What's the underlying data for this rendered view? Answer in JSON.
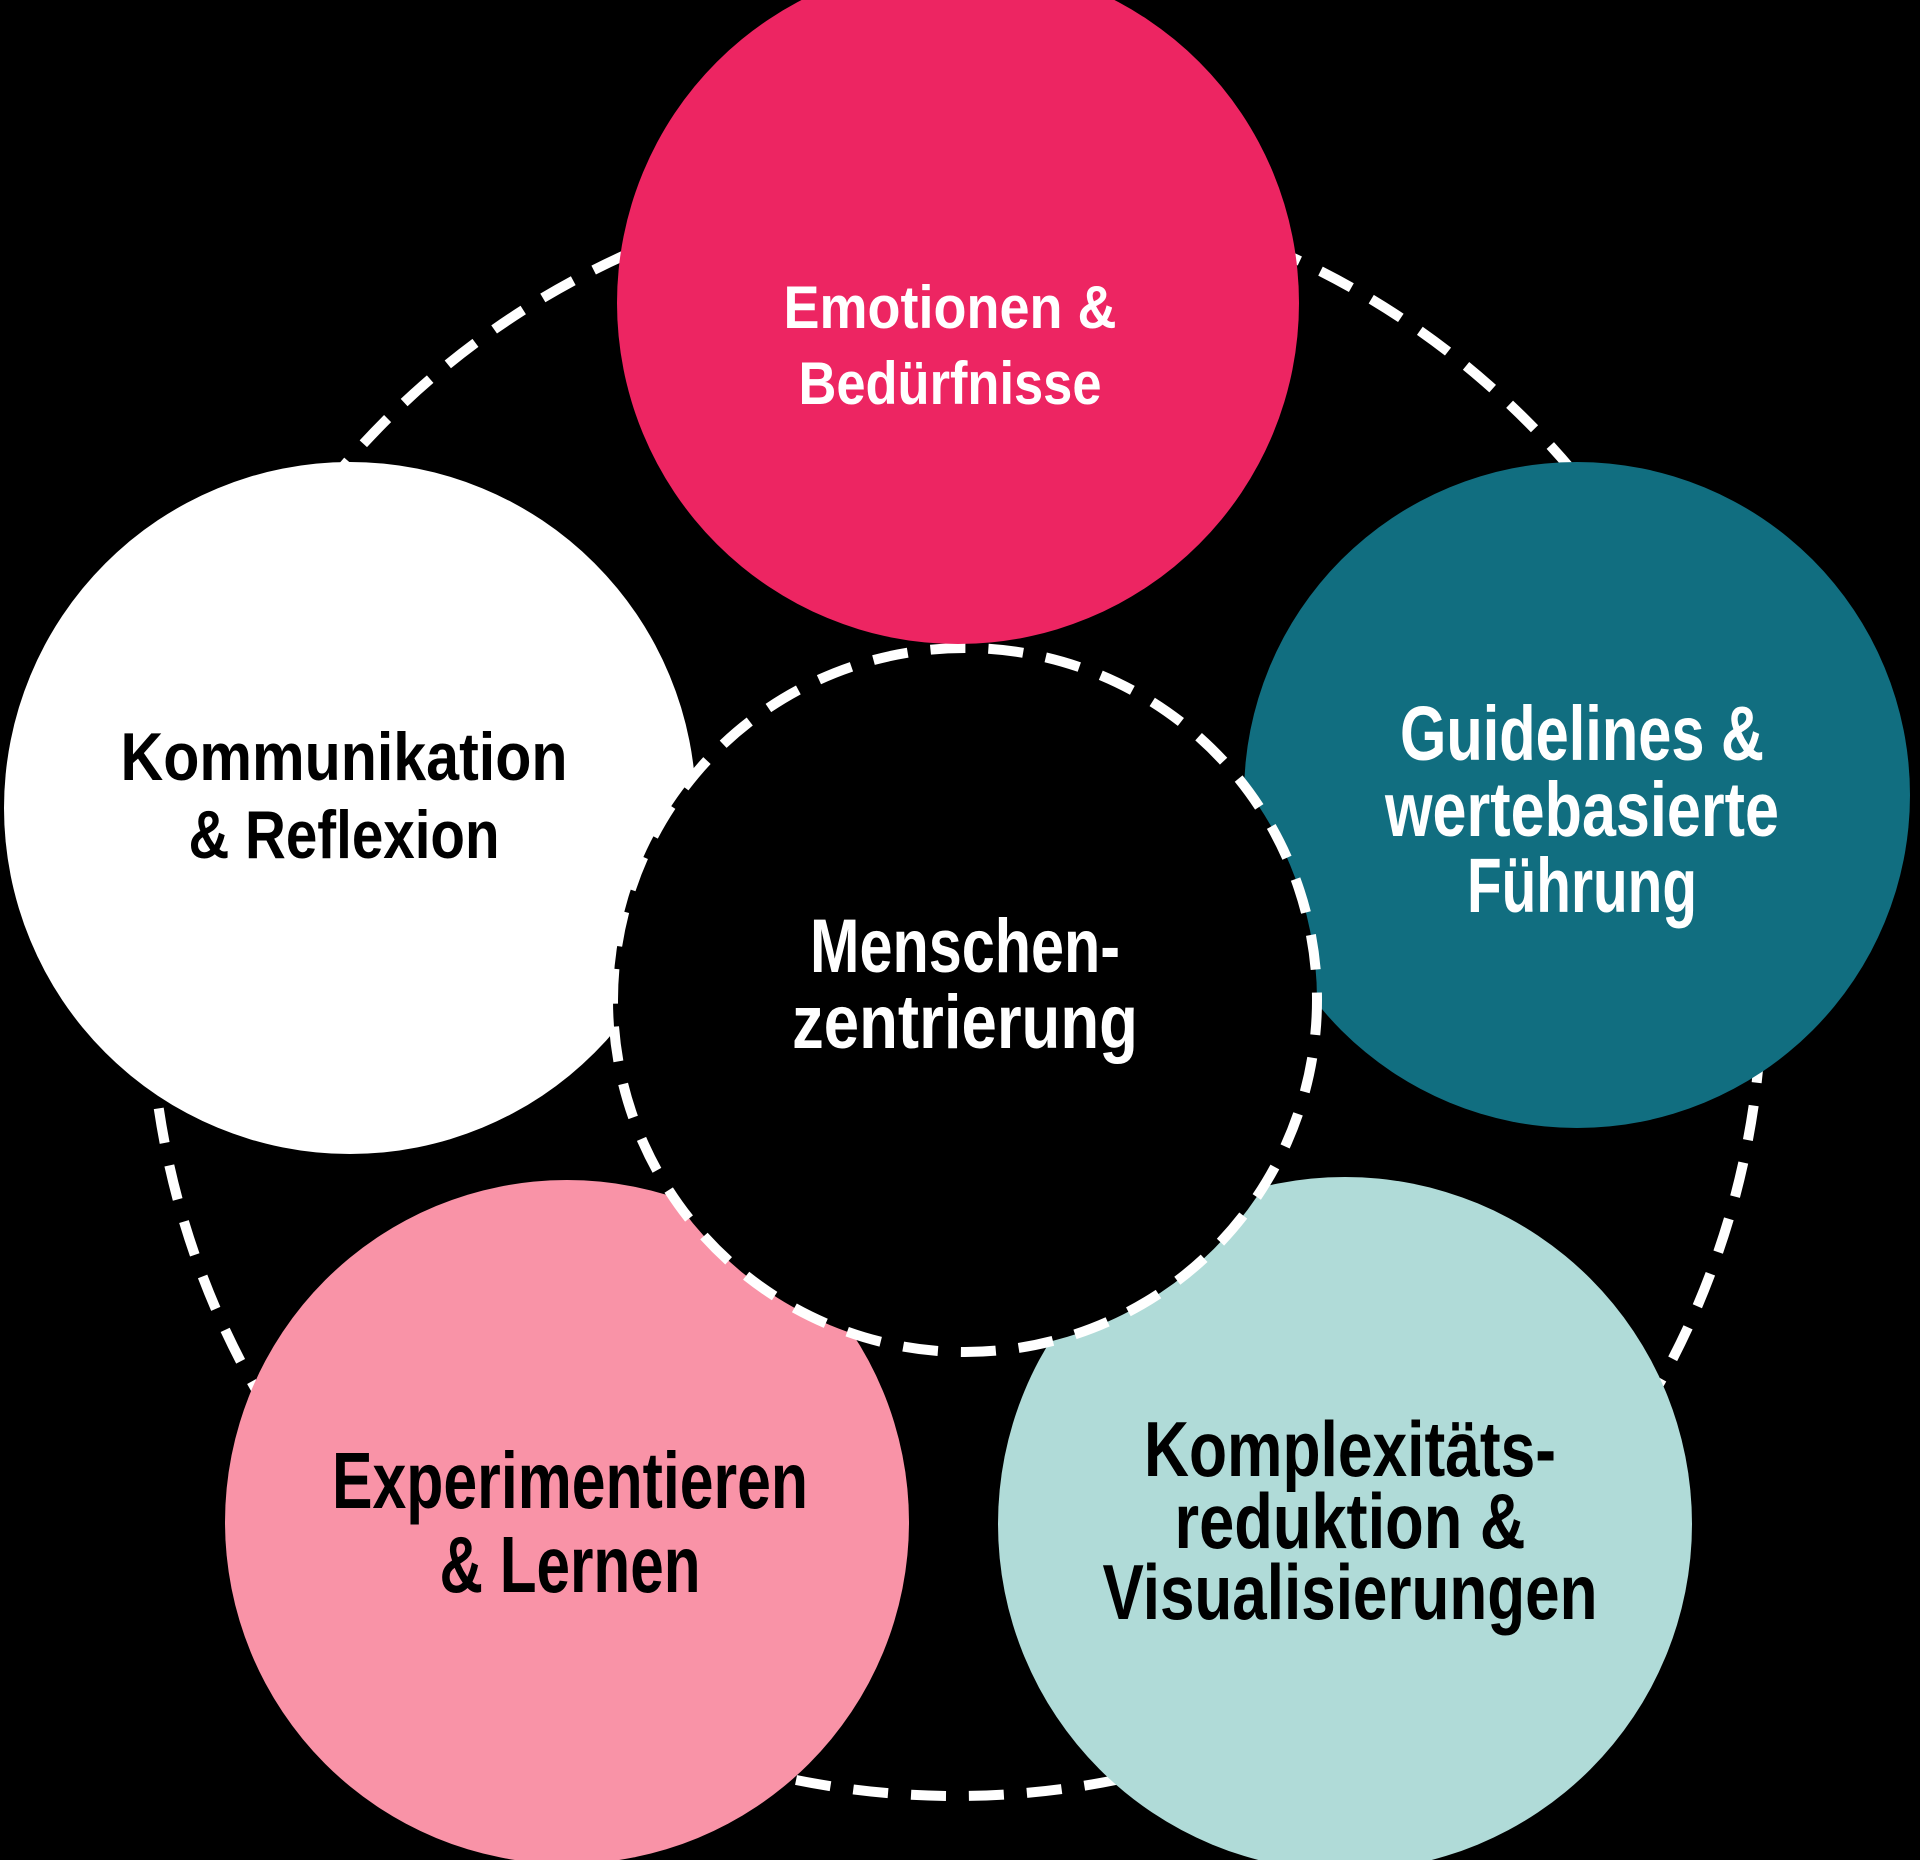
{
  "diagram": {
    "background_color": "#000000",
    "dash_color": "#ffffff",
    "center_circle": {
      "lines": [
        "Menschen-",
        "zentrierung"
      ],
      "fill": "#000000",
      "text_color": "#ffffff"
    },
    "circles": {
      "emotionen": {
        "lines": [
          "Emotionen &",
          "Bedürfnisse"
        ],
        "fill": "#ed2562",
        "text_color": "#ffffff"
      },
      "guidelines": {
        "lines": [
          "Guidelines &",
          "wertebasierte",
          "Führung"
        ],
        "fill": "#116e80",
        "text_color": "#ffffff"
      },
      "kommunikation": {
        "lines": [
          "Kommunikation",
          "& Reflexion"
        ],
        "fill": "#ffffff",
        "text_color": "#000000"
      },
      "experimentieren": {
        "lines": [
          "Experimentieren",
          "& Lernen"
        ],
        "fill": "#f993a7",
        "text_color": "#000000"
      },
      "komplexitaet": {
        "lines": [
          "Komplexitäts-",
          "reduktion &",
          "Visualisierungen"
        ],
        "fill": "#b0dbd8",
        "text_color": "#000000"
      }
    }
  }
}
